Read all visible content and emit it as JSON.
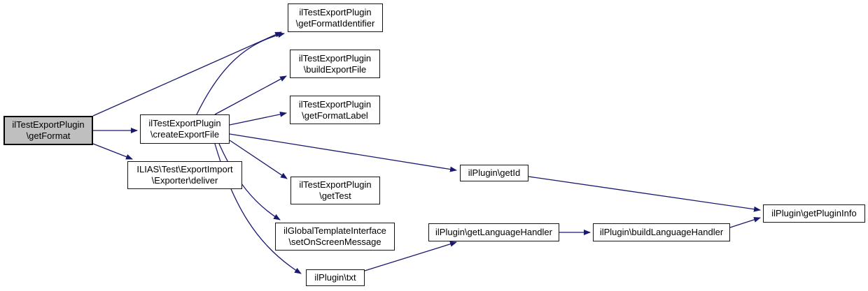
{
  "diagram": {
    "kind": "doxygen-call-graph",
    "colors": {
      "background": "#ffffff",
      "edge": "#191970",
      "node_fill": "#ffffff",
      "node_border": "#141414",
      "highlight_fill": "#bfbfbf",
      "text": "#000000"
    },
    "nodes": [
      {
        "id": "getFormat",
        "label": "ilTestExportPlugin\n\\getFormat",
        "highlighted": true
      },
      {
        "id": "createExportFile",
        "label": "ilTestExportPlugin\n\\createExportFile",
        "highlighted": false
      },
      {
        "id": "getFormatIdentifier",
        "label": "ilTestExportPlugin\n\\getFormatIdentifier",
        "highlighted": false
      },
      {
        "id": "buildExportFile",
        "label": "ilTestExportPlugin\n\\buildExportFile",
        "highlighted": false
      },
      {
        "id": "getFormatLabel",
        "label": "ilTestExportPlugin\n\\getFormatLabel",
        "highlighted": false
      },
      {
        "id": "deliver",
        "label": "ILIAS\\Test\\ExportImport\n\\Exporter\\deliver",
        "highlighted": false
      },
      {
        "id": "getTest",
        "label": "ilTestExportPlugin\n\\getTest",
        "highlighted": false
      },
      {
        "id": "setOnScreenMessage",
        "label": "ilGlobalTemplateInterface\n\\setOnScreenMessage",
        "highlighted": false
      },
      {
        "id": "txt",
        "label": "ilPlugin\\txt",
        "highlighted": false
      },
      {
        "id": "getId",
        "label": "ilPlugin\\getId",
        "highlighted": false
      },
      {
        "id": "getLanguageHandler",
        "label": "ilPlugin\\getLanguageHandler",
        "highlighted": false
      },
      {
        "id": "buildLanguageHandler",
        "label": "ilPlugin\\buildLanguageHandler",
        "highlighted": false
      },
      {
        "id": "getPluginInfo",
        "label": "ilPlugin\\getPluginInfo",
        "highlighted": false
      }
    ],
    "edges": [
      {
        "from": "getFormat",
        "to": "getFormatIdentifier"
      },
      {
        "from": "getFormat",
        "to": "createExportFile"
      },
      {
        "from": "getFormat",
        "to": "deliver"
      },
      {
        "from": "createExportFile",
        "to": "getFormatIdentifier"
      },
      {
        "from": "createExportFile",
        "to": "buildExportFile"
      },
      {
        "from": "createExportFile",
        "to": "getFormatLabel"
      },
      {
        "from": "createExportFile",
        "to": "getId"
      },
      {
        "from": "createExportFile",
        "to": "getTest"
      },
      {
        "from": "createExportFile",
        "to": "setOnScreenMessage"
      },
      {
        "from": "createExportFile",
        "to": "txt"
      },
      {
        "from": "txt",
        "to": "getLanguageHandler"
      },
      {
        "from": "getLanguageHandler",
        "to": "buildLanguageHandler"
      },
      {
        "from": "buildLanguageHandler",
        "to": "getPluginInfo"
      },
      {
        "from": "getId",
        "to": "getPluginInfo"
      }
    ]
  }
}
